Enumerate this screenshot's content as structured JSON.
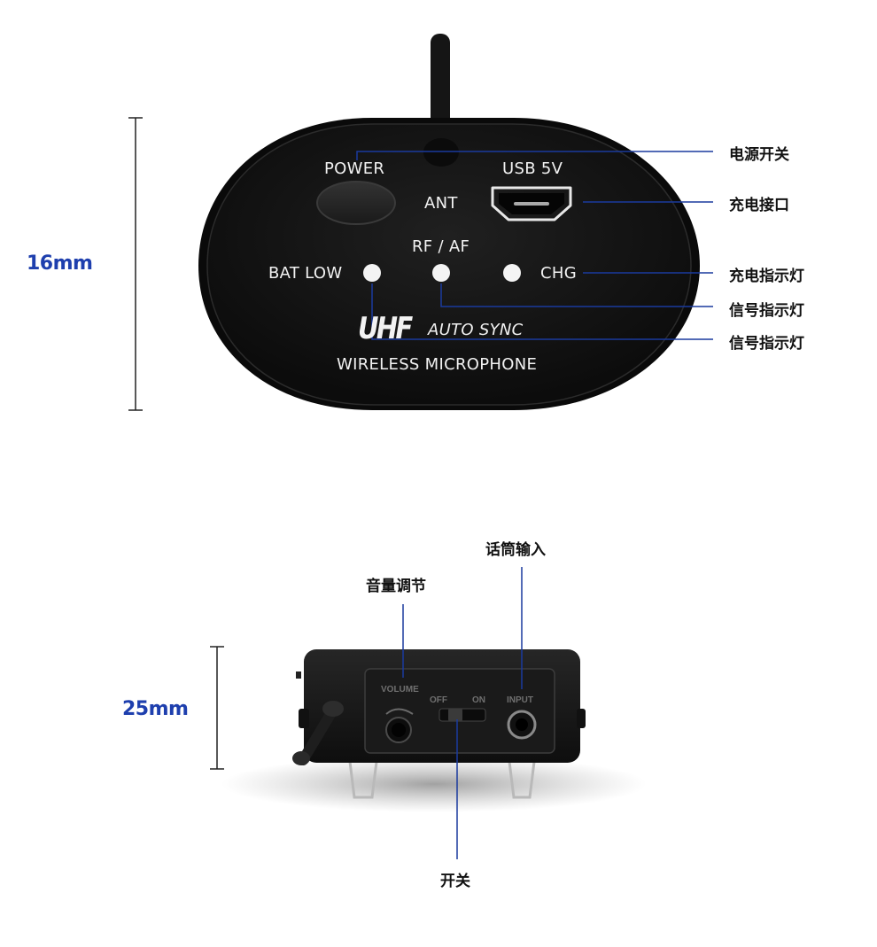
{
  "top_device": {
    "dimension": "16mm",
    "labels": {
      "power": "POWER",
      "ant": "ANT",
      "usb": "USB 5V",
      "rf_af": "RF / AF",
      "bat_low": "BAT LOW",
      "chg": "CHG",
      "brand": "UHF",
      "auto_sync": "AUTO SYNC",
      "product": "WIRELESS MICROPHONE"
    },
    "callouts": {
      "power_switch": "电源开关",
      "charge_port": "充电接口",
      "charge_indicator": "充电指示灯",
      "signal_indicator_1": "信号指示灯",
      "signal_indicator_2": "信号指示灯"
    }
  },
  "bottom_device": {
    "dimension": "25mm",
    "labels": {
      "volume": "VOLUME",
      "off": "OFF",
      "on": "ON",
      "input": "INPUT"
    },
    "callouts": {
      "mic_input": "话筒输入",
      "volume_adjust": "音量调节",
      "switch": "开关"
    }
  },
  "colors": {
    "accent": "#1e3fae",
    "device_body": "#141414",
    "leader_line": "#1a3a9e"
  }
}
